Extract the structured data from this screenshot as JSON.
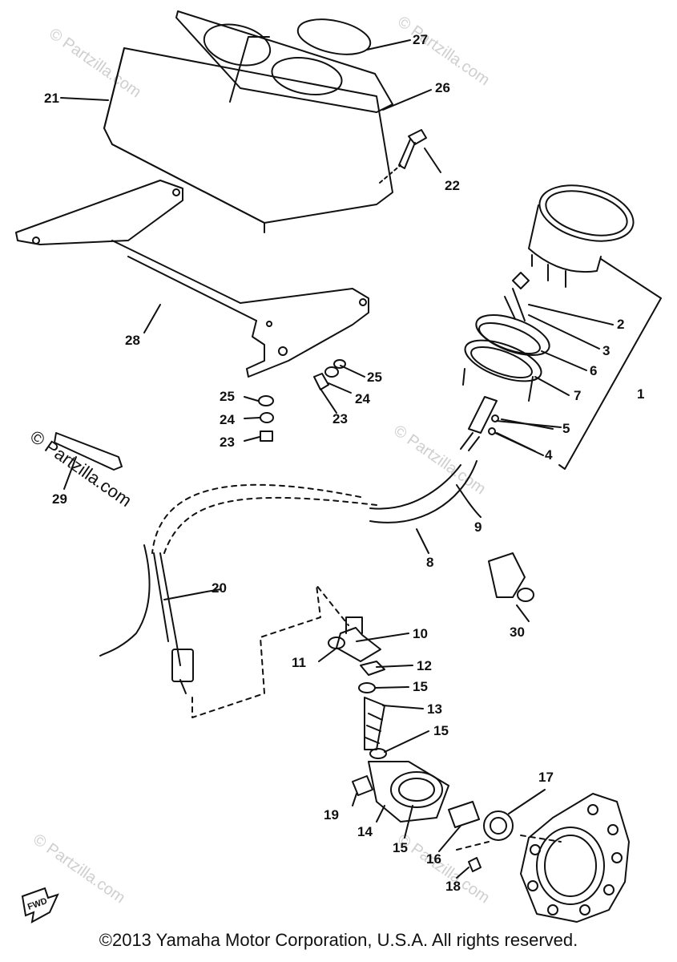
{
  "watermarks": {
    "brand": "Partzilla.com",
    "symbol": "©"
  },
  "parts": {
    "p1": "1",
    "p2": "2",
    "p3": "3",
    "p4": "4",
    "p5": "5",
    "p6": "6",
    "p7": "7",
    "p8": "8",
    "p9": "9",
    "p10": "10",
    "p11": "11",
    "p12": "12",
    "p13": "13",
    "p14": "14",
    "p15a": "15",
    "p15b": "15",
    "p15c": "15",
    "p16": "16",
    "p17": "17",
    "p18": "18",
    "p19": "19",
    "p20": "20",
    "p21": "21",
    "p22": "22",
    "p23a": "23",
    "p23b": "23",
    "p24a": "24",
    "p24b": "24",
    "p25a": "25",
    "p25b": "25",
    "p26": "26",
    "p27": "27",
    "p28": "28",
    "p29": "29",
    "p30": "30"
  },
  "fwd_label": "FWD",
  "footer": {
    "copyright": "©2013 Yamaha Motor Corporation, U.S.A. All rights reserved."
  }
}
